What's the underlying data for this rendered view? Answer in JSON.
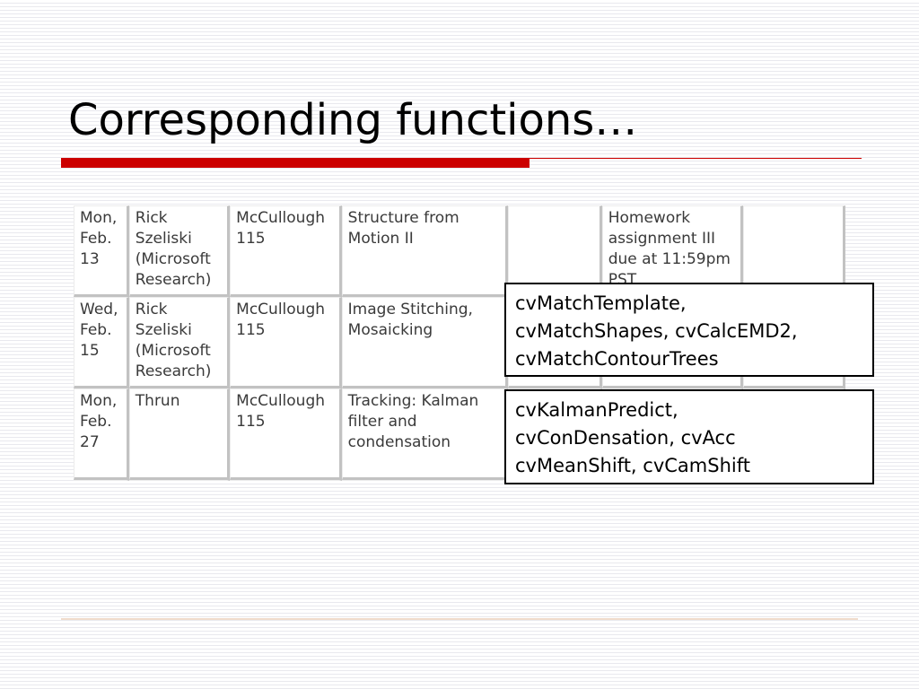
{
  "slide": {
    "title": "Corresponding functions…"
  },
  "schedule": {
    "rows": [
      {
        "date": "Mon, Feb. 13",
        "speaker": "Rick Szeliski (Microsoft Research)",
        "room": "McCullough 115",
        "topic": "Structure from Motion II",
        "note": "",
        "assignment": "Homework assignment III due at 11:59pm PST",
        "extra": ""
      },
      {
        "date": "Wed, Feb. 15",
        "speaker": "Rick Szeliski (Microsoft Research)",
        "room": "McCullough 115",
        "topic": "Image Stitching, Mosaicking",
        "note": "",
        "assignment": "",
        "extra": ""
      },
      {
        "date": "Mon, Feb. 27",
        "speaker": "Thrun",
        "room": "McCullough 115",
        "topic": "Tracking: Kalman filter and condensation",
        "note": "",
        "assignment": "",
        "extra": ""
      }
    ]
  },
  "callouts": [
    {
      "lines": [
        "cvMatchTemplate,",
        "cvMatchShapes, cvCalcEMD2,",
        "cvMatchContourTrees"
      ]
    },
    {
      "lines": [
        "cvKalmanPredict,",
        "cvConDensation, cvAcc",
        "cvMeanShift, cvCamShift"
      ]
    }
  ]
}
